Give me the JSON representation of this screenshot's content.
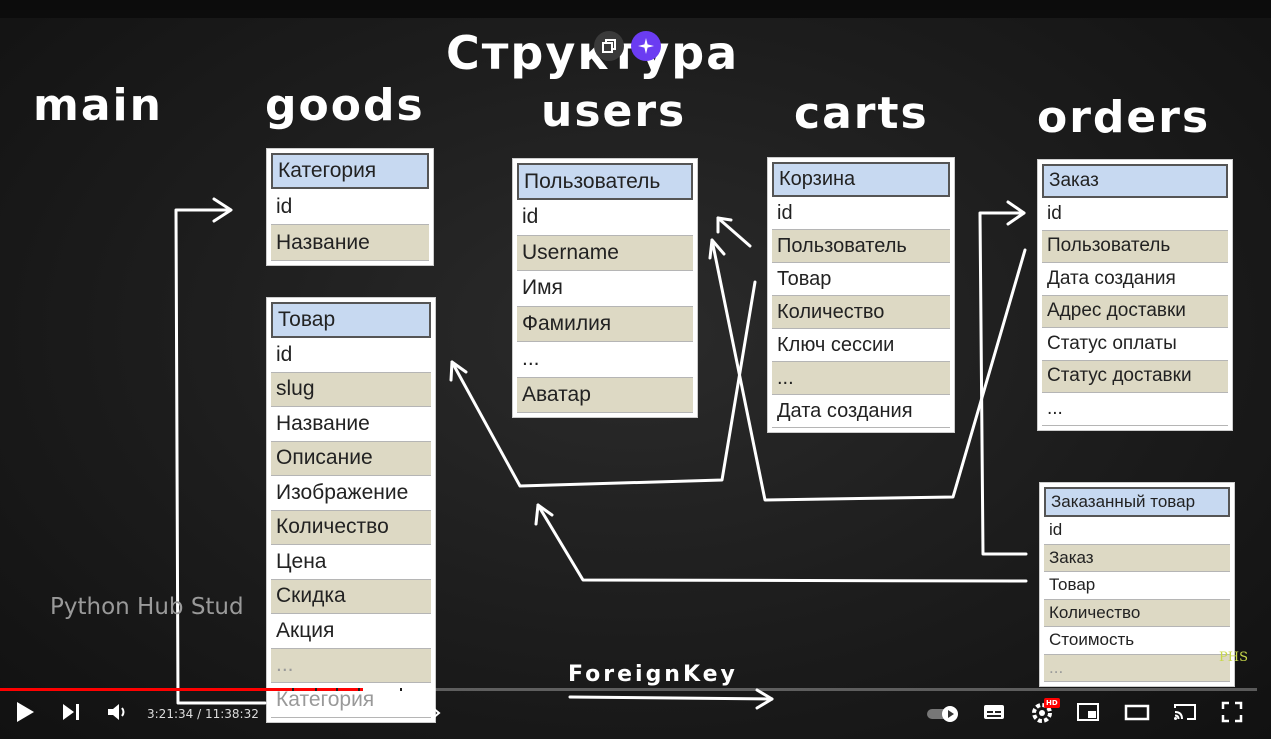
{
  "slide": {
    "title": "Структура",
    "apps": [
      "main",
      "goods",
      "users",
      "carts",
      "orders"
    ]
  },
  "tables": {
    "goods_category": [
      "Категория",
      "id",
      "Название"
    ],
    "goods_product": [
      "Товар",
      "id",
      "slug",
      "Название",
      "Описание",
      "Изображение",
      "Количество",
      "Цена",
      "Скидка",
      "Акция",
      "...",
      "Категория"
    ],
    "users_user": [
      "Пользователь",
      "id",
      "Username",
      "Имя",
      "Фамилия",
      "...",
      "Аватар"
    ],
    "carts_cart": [
      "Корзина",
      "id",
      "Пользователь",
      "Товар",
      "Количество",
      "Ключ сессии",
      "...",
      "Дата создания"
    ],
    "orders_order": [
      "Заказ",
      "id",
      "Пользователь",
      "Дата создания",
      "Адрес доставки",
      "Статус оплаты",
      "Статус доставки",
      "..."
    ],
    "orders_item": [
      "Заказанный товар",
      "id",
      "Заказ",
      "Товар",
      "Количество",
      "Стоимость",
      "..."
    ]
  },
  "legend": {
    "foreign_key": "ForeignKey"
  },
  "watermark": "Python Hub Stud",
  "corner_logo": "PHS",
  "player": {
    "time_current": "3:21:34",
    "time_separator": "/",
    "time_total": "11:38:32",
    "progress_percent": 28.9,
    "accent_color": "#ff0000",
    "hd_badge": "HD",
    "icons": [
      "play-icon",
      "next-icon",
      "volume-icon",
      "autoplay-toggle",
      "subtitles-icon",
      "settings-icon",
      "miniplayer-icon",
      "theater-icon",
      "cast-icon",
      "fullscreen-icon"
    ]
  }
}
